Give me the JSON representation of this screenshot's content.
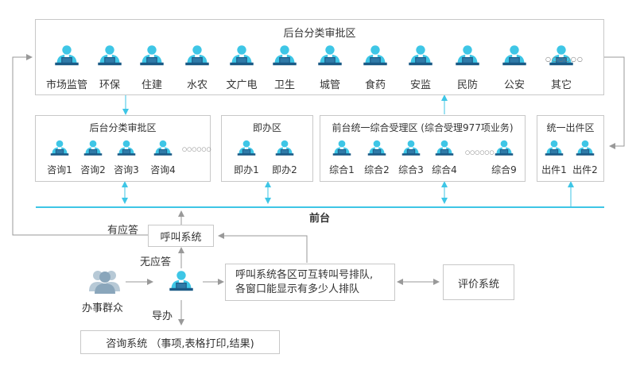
{
  "top_area": {
    "title": "后台分类审批区",
    "departments": [
      "市场监管",
      "环保",
      "住建",
      "水农",
      "文广电",
      "卫生",
      "城管",
      "食药",
      "安监",
      "民防",
      "公安",
      "其它"
    ],
    "more": "○○○○○○"
  },
  "consult_area": {
    "title": "后台分类审批区",
    "staff": [
      "咨询1",
      "咨询2",
      "咨询3",
      "咨询4"
    ],
    "more": "○○○○○○"
  },
  "instant_area": {
    "title": "即办区",
    "staff": [
      "即办1",
      "即办2"
    ]
  },
  "combined_area": {
    "title": "前台统一综合受理区 (综合受理977项业务)",
    "staff": [
      "综合1",
      "综合2",
      "综合3",
      "综合4",
      "综合9"
    ],
    "more": "○○○○○○"
  },
  "output_area": {
    "title": "统一出件区",
    "staff": [
      "出件1",
      "出件2"
    ]
  },
  "front_desk": "前台",
  "call_system": "呼叫系统",
  "answered": "有应答",
  "unanswered": "无应答",
  "citizens": "办事群众",
  "guide": "导办",
  "queue_note": [
    "呼叫系统各区可互转叫号排队,",
    "各窗口能显示有多少人排队"
  ],
  "evaluation_system": "评价系统",
  "consult_system": "咨询系统 （事项,表格打印,结果)",
  "colors": {
    "accent": "#3ec6e6",
    "dark_blue": "#1a5a86",
    "line": "#999999"
  }
}
